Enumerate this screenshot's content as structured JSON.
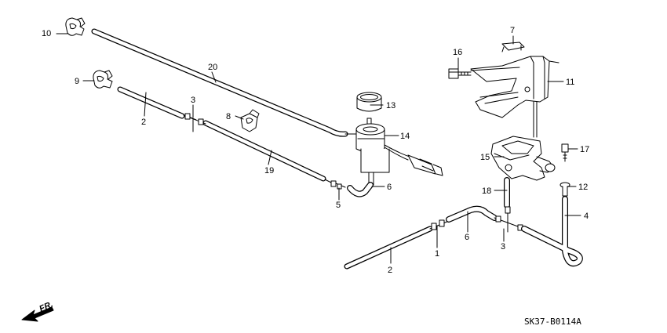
{
  "parts": {
    "p1": "1",
    "p2a": "2",
    "p2b": "2",
    "p3a": "3",
    "p3b": "3",
    "p4": "4",
    "p5": "5",
    "p6a": "6",
    "p6b": "6",
    "p7": "7",
    "p8": "8",
    "p9": "9",
    "p10": "10",
    "p11": "11",
    "p12": "12",
    "p13": "13",
    "p14": "14",
    "p15": "15",
    "p16": "16",
    "p17": "17",
    "p18": "18",
    "p19": "19",
    "p20": "20"
  },
  "direction": "FR.",
  "ref_code": "SK37-B0114A"
}
